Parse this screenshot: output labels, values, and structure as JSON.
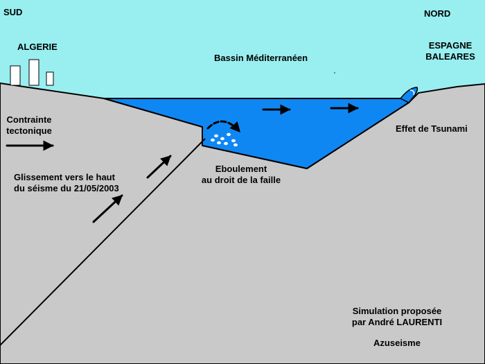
{
  "colors": {
    "sky": "#99EEF0",
    "ground": "#C9C9C9",
    "sea": "#0F87F3",
    "outline": "#000000",
    "buildings": "#FFFFFF"
  },
  "labels": {
    "south": "SUD",
    "north": "NORD",
    "algeria": "ALGERIE",
    "spain": "ESPAGNE",
    "baleares": "BALEARES",
    "basin": "Bassin Méditerranéen",
    "stress_line1": "Contrainte",
    "stress_line2": "tectonique",
    "tsunami": "Effet de Tsunami",
    "slide_line1": "Glissement vers le haut",
    "slide_line2": "du séisme du 21/05/2003",
    "landslide_line1": "Eboulement",
    "landslide_line2": "au droit de la faille",
    "credit_line1": "Simulation proposée",
    "credit_line2": "par André LAURENTI",
    "credit_line3": "Azuseisme"
  }
}
